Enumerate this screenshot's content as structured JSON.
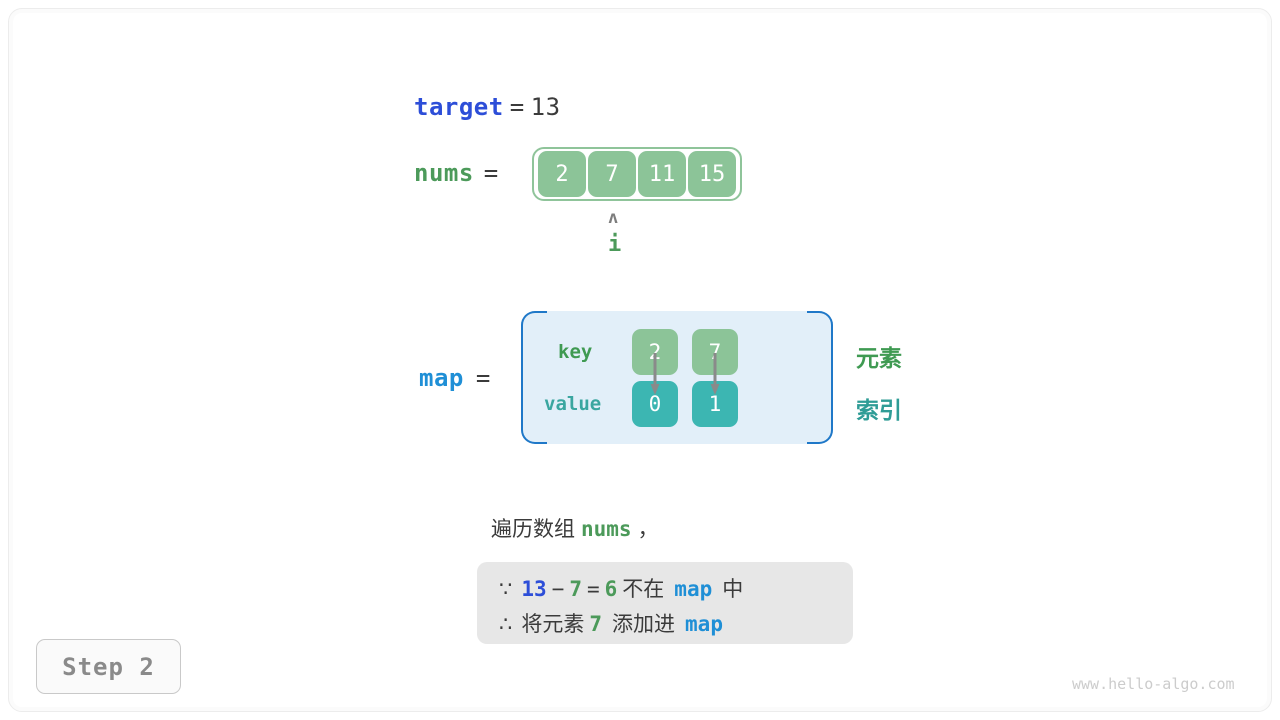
{
  "variables": {
    "target": {
      "name": "target",
      "equals": "=",
      "value": "13"
    },
    "nums": {
      "name": "nums",
      "equals": "=",
      "cells": [
        "2",
        "7",
        "11",
        "15"
      ]
    },
    "map": {
      "name": "map",
      "equals": "=",
      "key_row_label": "key",
      "value_row_label": "value",
      "entries": [
        {
          "key": "2",
          "value": "0"
        },
        {
          "key": "7",
          "value": "1"
        }
      ]
    }
  },
  "pointer": {
    "caret": "ʌ",
    "label": "i"
  },
  "annotations": {
    "element": "元素",
    "index": "索引"
  },
  "caption": {
    "prefix": "遍历数组",
    "code": "nums",
    "suffix": "，"
  },
  "note": {
    "line1": {
      "symbol": "∵",
      "a": "13",
      "minus": "−",
      "b": "7",
      "eq": "=",
      "c": "6",
      "text_mid": "不在",
      "map": "map",
      "text_end": "中"
    },
    "line2": {
      "symbol": "∴",
      "text_start": "将元素",
      "num": "7",
      "text_mid": "添加进",
      "map": "map"
    }
  },
  "step_badge": {
    "label": "Step 2"
  },
  "watermark": {
    "text": "www.hello-algo.com"
  },
  "colors": {
    "target_blue": "#2d4ed8",
    "map_blue": "#1f8fd6",
    "green": "#4c9a5a",
    "cell_green": "#8cc498",
    "cell_teal": "#3cb6b2",
    "map_bg": "#e2eff9",
    "map_border": "#1f78c8",
    "note_bg": "#e7e7e7",
    "text_dark": "#3b3b3b",
    "muted": "#8a8a8a"
  }
}
